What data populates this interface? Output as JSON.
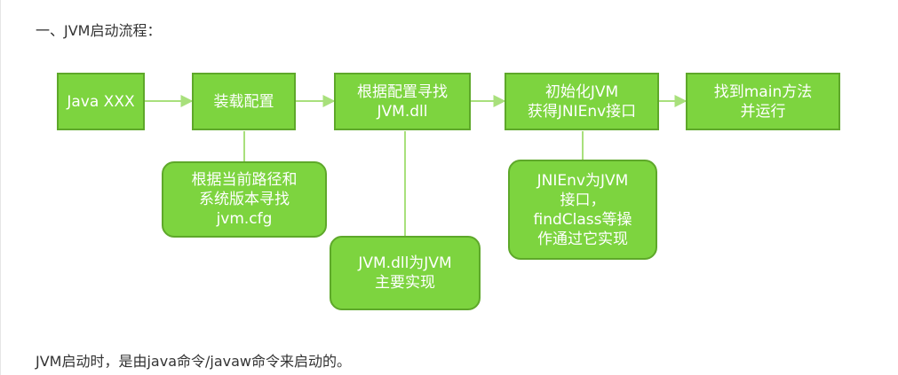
{
  "heading": "一、JVM启动流程：",
  "colors": {
    "box_fill": "#7dd43f",
    "box_border": "#5ea82a",
    "connector": "#a8e07c",
    "text_on_box": "#ffffff"
  },
  "flow": {
    "steps": [
      {
        "label": "Java XXX"
      },
      {
        "label": "装载配置"
      },
      {
        "label": "根据配置寻找\nJVM.dll"
      },
      {
        "label": "初始化JVM\n获得JNIEnv接口"
      },
      {
        "label": "找到main方法\n并运行"
      }
    ],
    "notes": [
      {
        "label": "根据当前路径和\n系统版本寻找\njvm.cfg"
      },
      {
        "label": "JVM.dll为JVM\n主要实现"
      },
      {
        "label": "JNIEnv为JVM\n接口，\nfindClass等操\n作通过它实现"
      }
    ]
  },
  "footer": "JVM启动时，是由java命令/javaw命令来启动的。"
}
